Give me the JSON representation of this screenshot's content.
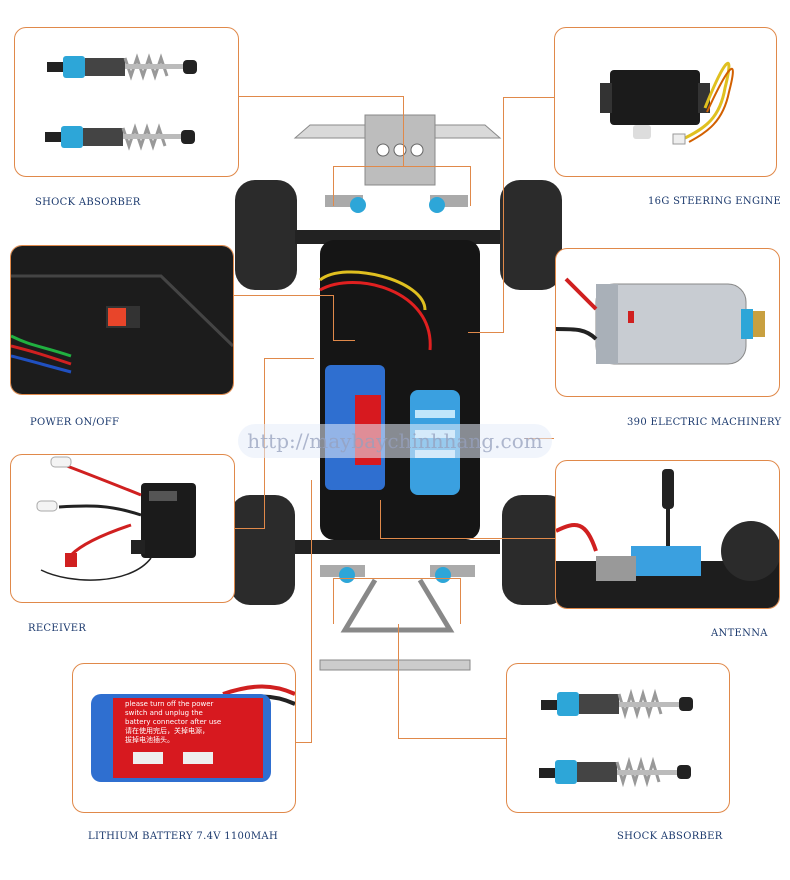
{
  "labels": {
    "shock_absorber_top": "SHOCK ABSORBER",
    "steering_engine": "16G STEERING ENGINE",
    "power_switch": "POWER ON/OFF",
    "electric_motor": "390 ELECTRIC MACHINERY",
    "receiver": "RECEIVER",
    "antenna": "ANTENNA",
    "battery": "LITHIUM BATTERY 7.4V 1100MAH",
    "shock_absorber_bottom": "SHOCK ABSORBER"
  },
  "battery_sticker": {
    "line1": "please turn off the power",
    "line2": "switch and unplug the",
    "line3": "battery connector after use",
    "line4": "请在使用完后，关掉电源，",
    "line5": "拔掉电池插头。"
  },
  "watermark": "http://maybaychinhhang.com",
  "colors": {
    "accent_border": "#e0894a",
    "label_text": "#1c3a6e",
    "battery_blue": "#2f6fd0",
    "battery_red": "#d7191f",
    "shock_blue": "#2da6d8"
  }
}
